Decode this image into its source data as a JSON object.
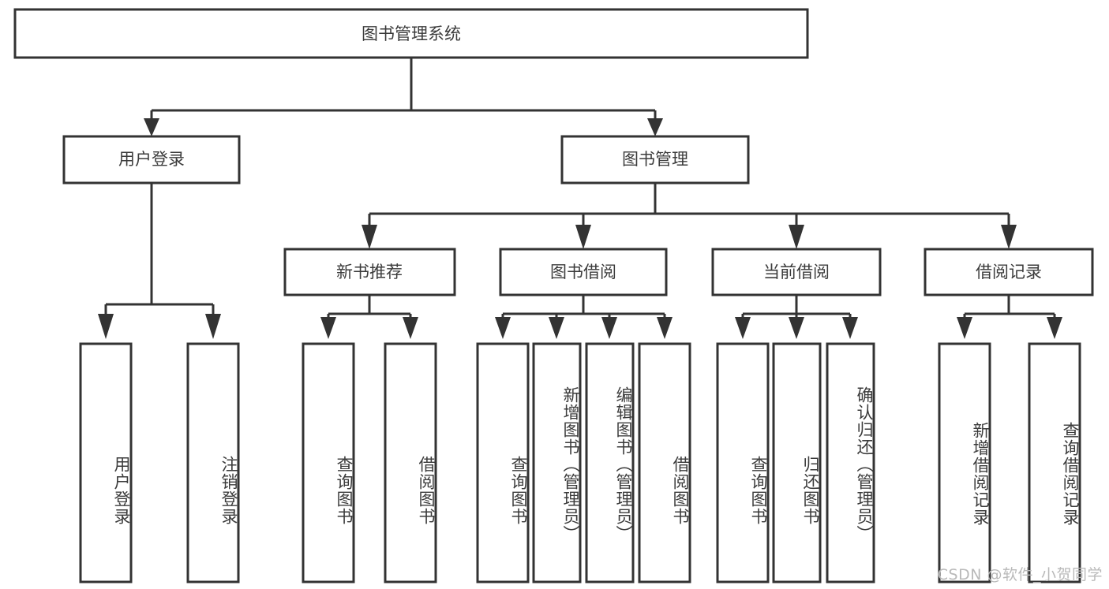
{
  "diagram": {
    "type": "tree-hierarchy",
    "title": "图书管理系统",
    "orientation": "top-down",
    "colors": {
      "box_stroke": "#333333",
      "box_fill": "#ffffff",
      "text": "#3b3b3b",
      "connector": "#333333",
      "watermark": "#b9b9b9"
    },
    "root": {
      "id": "root",
      "label": "图书管理系统",
      "orientation": "horizontal"
    },
    "level2": [
      {
        "id": "user-login",
        "label": "用户登录",
        "orientation": "horizontal"
      },
      {
        "id": "book-manage",
        "label": "图书管理",
        "orientation": "horizontal"
      }
    ],
    "level3": [
      {
        "id": "new-book-recommend",
        "label": "新书推荐",
        "orientation": "horizontal",
        "parent": "book-manage"
      },
      {
        "id": "book-borrow",
        "label": "图书借阅",
        "orientation": "horizontal",
        "parent": "book-manage"
      },
      {
        "id": "current-borrow",
        "label": "当前借阅",
        "orientation": "horizontal",
        "parent": "book-manage"
      },
      {
        "id": "borrow-record",
        "label": "借阅记录",
        "orientation": "horizontal",
        "parent": "book-manage"
      }
    ],
    "leaves": [
      {
        "id": "leaf-user-login",
        "label": "用户登录",
        "parent": "user-login",
        "orientation": "vertical"
      },
      {
        "id": "leaf-user-logout",
        "label": "注销登录",
        "parent": "user-login",
        "orientation": "vertical"
      },
      {
        "id": "leaf-query-book-1",
        "label": "查询图书",
        "parent": "new-book-recommend",
        "orientation": "vertical"
      },
      {
        "id": "leaf-borrow-book-1",
        "label": "借阅图书",
        "parent": "new-book-recommend",
        "orientation": "vertical"
      },
      {
        "id": "leaf-query-book-2",
        "label": "查询图书",
        "parent": "book-borrow",
        "orientation": "vertical"
      },
      {
        "id": "leaf-add-book",
        "label": "新增图书（管理员）",
        "parent": "book-borrow",
        "orientation": "vertical"
      },
      {
        "id": "leaf-edit-book",
        "label": "编辑图书（管理员）",
        "parent": "book-borrow",
        "orientation": "vertical"
      },
      {
        "id": "leaf-borrow-book-2",
        "label": "借阅图书",
        "parent": "book-borrow",
        "orientation": "vertical"
      },
      {
        "id": "leaf-query-book-3",
        "label": "查询图书",
        "parent": "current-borrow",
        "orientation": "vertical"
      },
      {
        "id": "leaf-return-book",
        "label": "归还图书",
        "parent": "current-borrow",
        "orientation": "vertical"
      },
      {
        "id": "leaf-confirm-return",
        "label": "确认归还（管理员）",
        "parent": "current-borrow",
        "orientation": "vertical"
      },
      {
        "id": "leaf-add-record",
        "label": "新增借阅记录",
        "parent": "borrow-record",
        "orientation": "vertical"
      },
      {
        "id": "leaf-query-record",
        "label": "查询借阅记录",
        "parent": "borrow-record",
        "orientation": "vertical"
      }
    ]
  },
  "watermark": {
    "text": "CSDN @软件_小贺同学"
  }
}
